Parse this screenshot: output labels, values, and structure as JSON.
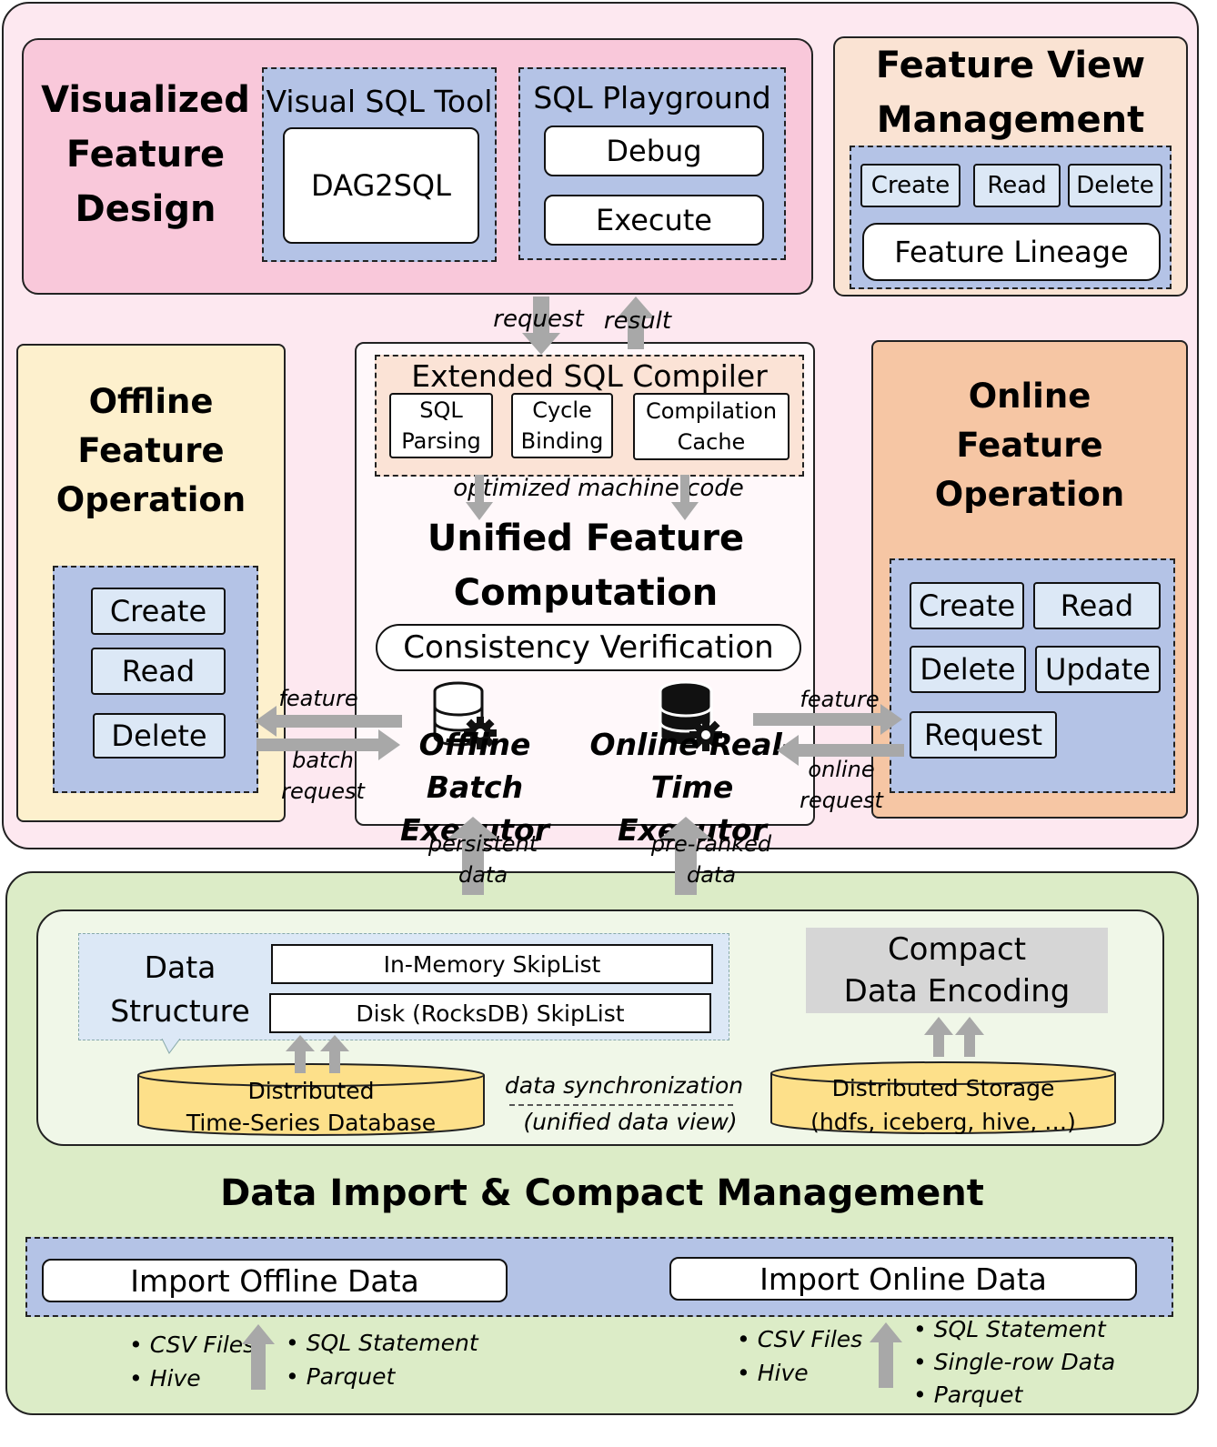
{
  "top": {
    "visualized": {
      "title": [
        "Visualized",
        "Feature",
        "Design"
      ],
      "visual_sql_tool": {
        "title": "Visual SQL Tool",
        "item": "DAG2SQL"
      },
      "sql_playground": {
        "title": "SQL Playground",
        "items": [
          "Debug",
          "Execute"
        ]
      }
    },
    "feature_view": {
      "title": [
        "Feature View",
        "Management"
      ],
      "buttons": [
        "Create",
        "Read",
        "Delete"
      ],
      "lineage": "Feature Lineage"
    },
    "offline_op": {
      "title": [
        "Offline",
        "Feature",
        "Operation"
      ],
      "buttons": [
        "Create",
        "Read",
        "Delete"
      ]
    },
    "online_op": {
      "title": [
        "Online",
        "Feature",
        "Operation"
      ],
      "buttons": [
        "Create",
        "Read",
        "Delete",
        "Update",
        "Request"
      ]
    },
    "compiler": {
      "title": "Extended SQL Compiler",
      "items": [
        [
          "SQL",
          "Parsing"
        ],
        [
          "Cycle",
          "Binding"
        ],
        [
          "Compilation",
          "Cache"
        ]
      ],
      "output": "optimized machine code"
    },
    "unified": {
      "title": [
        "Unified Feature",
        "Computation"
      ],
      "consistency": "Consistency Verification",
      "offline_exec": [
        "Offline Batch",
        "Executor"
      ],
      "online_exec": [
        "Online Real-",
        "Time Executor"
      ]
    },
    "labels": {
      "request": "request",
      "result": "result",
      "feature_left": "feature",
      "batch_request": [
        "batch",
        "request"
      ],
      "feature_right": "feature",
      "online_request": [
        "online",
        "request"
      ],
      "persistent_data": [
        "persistent",
        "data"
      ],
      "preranked_data": [
        "pre-ranked",
        "data"
      ]
    }
  },
  "bottom": {
    "title": "Data Import & Compact Management",
    "data_structure": {
      "label": [
        "Data",
        "Structure"
      ],
      "items": [
        "In-Memory SkipList",
        "Disk (RocksDB) SkipList"
      ]
    },
    "compact": [
      "Compact",
      "Data Encoding"
    ],
    "tsdb": [
      "Distributed",
      "Time-Series Database"
    ],
    "sync": [
      "data synchronization",
      "(unified data view)"
    ],
    "storage": [
      "Distributed Storage",
      "(hdfs, iceberg, hive, …)"
    ],
    "import_offline": "Import Offline Data",
    "import_online": "Import Online Data",
    "offline_sources_left": [
      "• CSV Files",
      "• Hive"
    ],
    "offline_sources_right": [
      "• SQL Statement",
      "• Parquet"
    ],
    "online_sources_left": [
      "• CSV Files",
      "• Hive"
    ],
    "online_sources_right": [
      "• SQL Statement",
      "• Single-row Data",
      "• Parquet"
    ]
  },
  "colors": {
    "top_bg": "#fde8f0",
    "visual_bg": "#f9c8da",
    "blue_box": "#b4c3e6",
    "feature_view_bg": "#fae3d3",
    "offline_bg": "#fdf0cd",
    "online_bg": "#f6c6a4",
    "compiler_bg": "#fbe3d6",
    "bottom_bg": "#dcecc7",
    "bottom_inner": "#f0f7e8",
    "cylinder": "#fde08a",
    "compact_bg": "#d6d6d6",
    "arrow": "#a8a8a8"
  }
}
